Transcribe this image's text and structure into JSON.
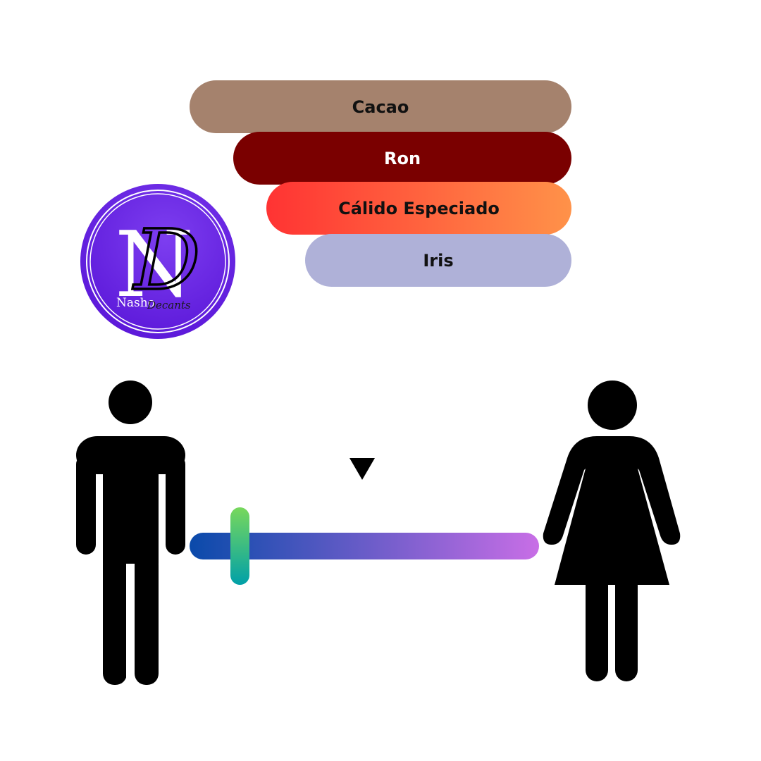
{
  "accords": [
    {
      "label": "Cacao",
      "color": "#a5826d",
      "text_color": "#111111"
    },
    {
      "label": "Ron",
      "color": "#7a0000",
      "text_color": "#ffffff"
    },
    {
      "label": "Cálido Especiado",
      "color_start": "#ff3333",
      "color_end": "#ff9249",
      "text_color": "#111111"
    },
    {
      "label": "Iris",
      "color": "#afb1d8",
      "text_color": "#111111"
    }
  ],
  "logo": {
    "letter_main": "N",
    "letter_script": "D",
    "brand_left": "Nasho",
    "brand_right": "Decants",
    "color_start": "#7d3ef0",
    "color_end": "#5a16d8"
  },
  "gender_scale": {
    "left_icon": "male-icon",
    "right_icon": "female-icon",
    "pointer_icon": "triangle-down-icon",
    "value": 0.145,
    "track_color_start": "#0a4aaa",
    "track_color_end": "#c86ee6",
    "marker_color_start": "#78d85c",
    "marker_color_end": "#00a0a8"
  }
}
